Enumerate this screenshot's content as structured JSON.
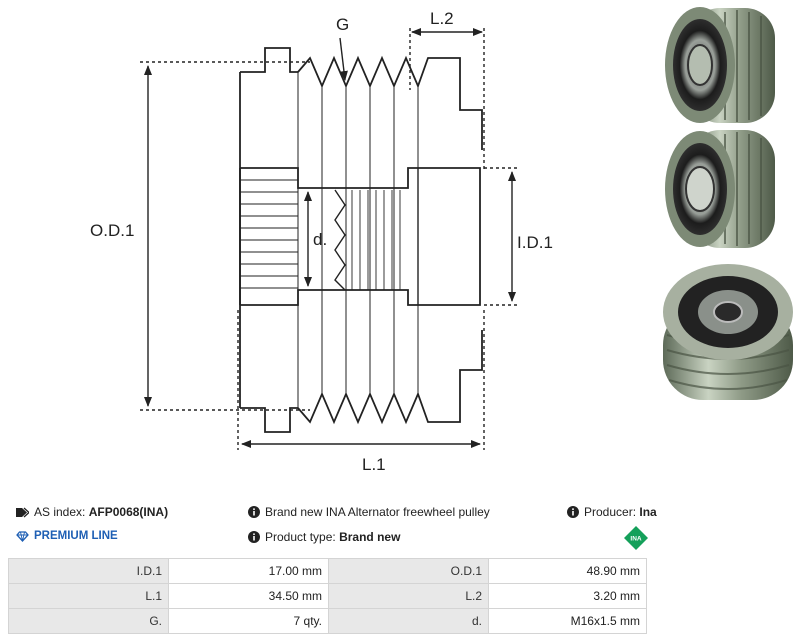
{
  "drawing": {
    "labels": {
      "g": "G",
      "l2": "L.2",
      "od1": "O.D.1",
      "id1": "I.D.1",
      "d": "d.",
      "l1": "L.1"
    }
  },
  "photos": {
    "items": [
      "pulley-photo-front",
      "pulley-photo-back",
      "pulley-photo-angled"
    ]
  },
  "info": {
    "as_index_label": "AS index:",
    "as_index_value": "AFP0068(INA)",
    "description": "Brand new INA Alternator freewheel pulley",
    "producer_label": "Producer:",
    "producer_value": "Ina",
    "premium_line": "PREMIUM LINE",
    "product_type_label": "Product type:",
    "product_type_value": "Brand new",
    "brand_logo": "INA"
  },
  "specs": [
    {
      "k1": "I.D.1",
      "v1": "17.00 mm",
      "k2": "O.D.1",
      "v2": "48.90 mm"
    },
    {
      "k1": "L.1",
      "v1": "34.50 mm",
      "k2": "L.2",
      "v2": "3.20 mm"
    },
    {
      "k1": "G.",
      "v1": "7 qty.",
      "k2": "d.",
      "v2": "M16x1.5 mm"
    }
  ],
  "colors": {
    "premium_blue": "#1e5fb4",
    "ina_green": "#14a05a"
  }
}
